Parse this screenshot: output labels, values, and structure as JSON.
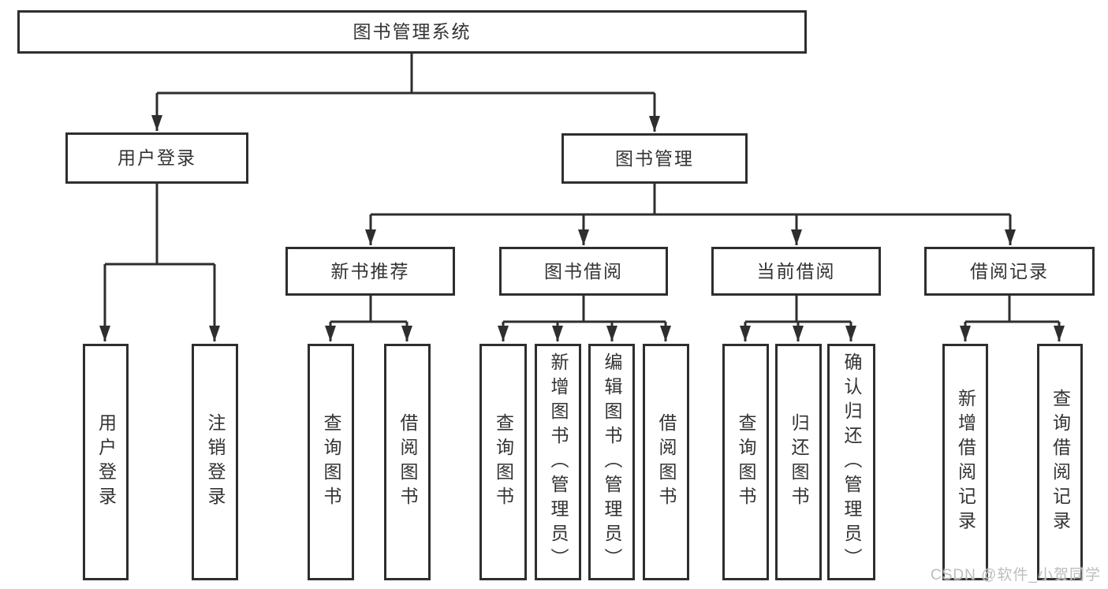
{
  "diagram": {
    "line_color": "#2e2e2e",
    "box_border_color": "#2e2e2e",
    "text_color": "#333333",
    "root": {
      "label": "图书管理系统"
    },
    "branches": [
      {
        "label": "用户登录",
        "children": [
          "用户登录",
          "注销登录"
        ]
      },
      {
        "label": "图书管理",
        "sections": [
          {
            "label": "新书推荐",
            "children": [
              "查询图书",
              "借阅图书"
            ]
          },
          {
            "label": "图书借阅",
            "children": [
              "查询图书",
              "新增图书（管理员）",
              "编辑图书（管理员）",
              "借阅图书"
            ]
          },
          {
            "label": "当前借阅",
            "children": [
              "查询图书",
              "归还图书",
              "确认归还（管理员）"
            ]
          },
          {
            "label": "借阅记录",
            "children": [
              "新增借阅记录",
              "查询借阅记录"
            ]
          }
        ]
      }
    ]
  },
  "watermark": {
    "text": "CSDN @软件_小贺同学",
    "color": "#bdbdbd"
  }
}
